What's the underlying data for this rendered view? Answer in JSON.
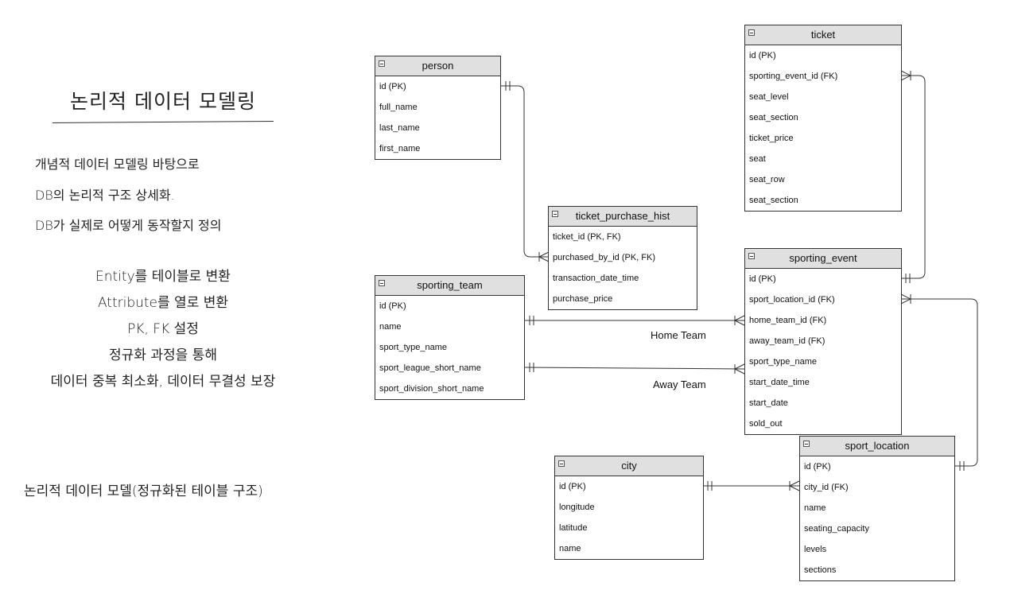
{
  "notes": {
    "title": "논리적 데이터 모델링",
    "desc": [
      "개념적 데이터 모델링 바탕으로",
      "DB의 논리적 구조 상세화.",
      "DB가 실제로 어떻게 동작할지 정의"
    ],
    "steps": [
      "Entity를 테이블로 변환",
      "Attribute를 열로 변환",
      "PK, FK 설정",
      "정규화 과정을 통해",
      "데이터 중복 최소화, 데이터 무결성 보장"
    ],
    "footer": "논리적 데이터 모델(정규화된 테이블 구조)"
  },
  "entities": {
    "person": {
      "name": "person",
      "fields": [
        "id (PK)",
        "full_name",
        "last_name",
        "first_name"
      ]
    },
    "ticket": {
      "name": "ticket",
      "fields": [
        "id (PK)",
        "sporting_event_id (FK)",
        "seat_level",
        "seat_section",
        "ticket_price",
        "seat",
        "seat_row",
        "seat_section"
      ]
    },
    "ticket_purchase_hist": {
      "name": "ticket_purchase_hist",
      "fields": [
        "ticket_id (PK, FK)",
        "purchased_by_id (PK, FK)",
        "transaction_date_time",
        "purchase_price"
      ]
    },
    "sporting_team": {
      "name": "sporting_team",
      "fields": [
        "id (PK)",
        "name",
        "sport_type_name",
        "sport_league_short_name",
        "sport_division_short_name"
      ]
    },
    "sporting_event": {
      "name": "sporting_event",
      "fields": [
        "id (PK)",
        "sport_location_id (FK)",
        "home_team_id (FK)",
        "away_team_id (FK)",
        "sport_type_name",
        "start_date_time",
        "start_date",
        "sold_out"
      ]
    },
    "sport_location": {
      "name": "sport_location",
      "fields": [
        "id (PK)",
        "city_id (FK)",
        "name",
        "seating_capacity",
        "levels",
        "sections"
      ]
    },
    "city": {
      "name": "city",
      "fields": [
        "id (PK)",
        "longitude",
        "latitude",
        "name"
      ]
    }
  },
  "relationship_labels": {
    "home": "Home Team",
    "away": "Away Team"
  }
}
